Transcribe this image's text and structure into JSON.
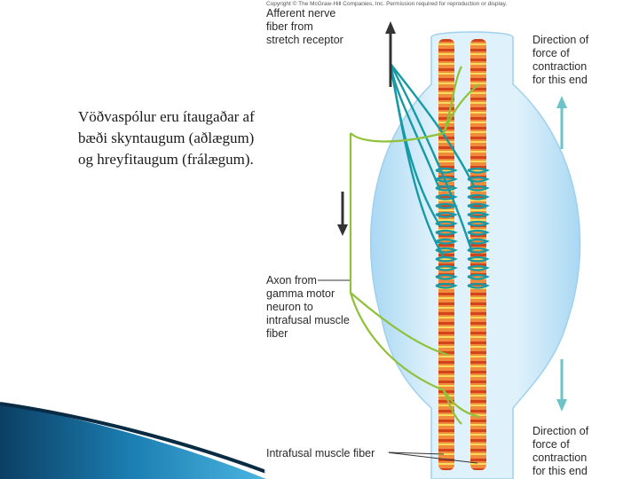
{
  "slide": {
    "text_lines": [
      "Vöðvaspólur eru ítaugaðar af",
      "bæði skyntaugum (aðlægum)",
      "og hreyfitaugum (frálægum)."
    ]
  },
  "figure": {
    "copyright": "Copyright © The McGraw-Hill Companies, Inc. Permission required for reproduction or display.",
    "labels": {
      "afferent": [
        "Afferent nerve",
        "fiber from",
        "stretch receptor"
      ],
      "direction_top": [
        "Direction of",
        "force of",
        "contraction",
        "for this end"
      ],
      "axon": [
        "Axon from",
        "gamma motor",
        "neuron to",
        "intrafusal muscle",
        "fiber"
      ],
      "intrafusal": [
        "Intrafusal muscle fiber"
      ],
      "direction_bottom": [
        "Direction of",
        "force of",
        "contraction",
        "for this end"
      ]
    }
  },
  "colors": {
    "capsule": "#cfe9f8",
    "capsule_edge": "#9fd0ee",
    "fiber_orange": "#f08a3c",
    "fiber_red": "#d2451c",
    "fiber_yellow": "#f6dc5a",
    "afferent_teal": "#169aa6",
    "motor_green": "#8fc13a",
    "arrow_teal": "#6cc3c8",
    "arrow_dark": "#333333"
  }
}
